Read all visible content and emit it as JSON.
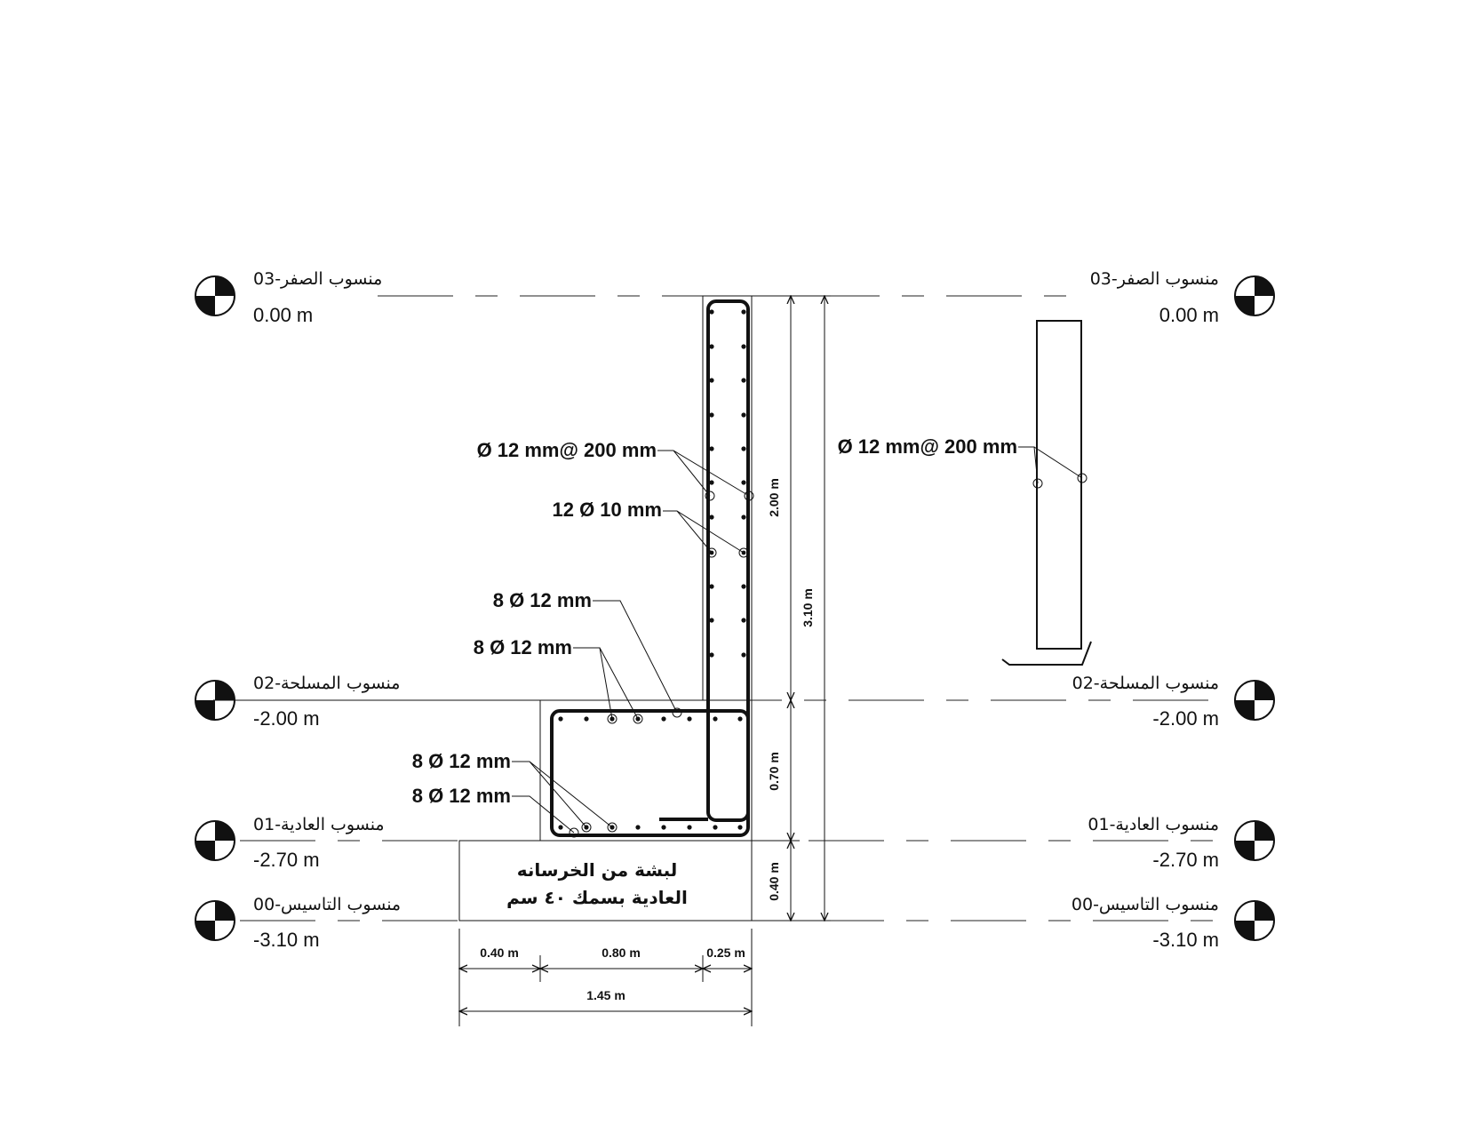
{
  "levels": {
    "level_03": {
      "name": "منسوب الصفر-03",
      "value": "0.00 m"
    },
    "level_02": {
      "name": "منسوب المسلحة-02",
      "value": "-2.00 m"
    },
    "level_01": {
      "name": "منسوب العادية-01",
      "value": "-2.70 m"
    },
    "level_00": {
      "name": "منسوب التاسيس-00",
      "value": "-3.10 m"
    }
  },
  "rebar_labels": {
    "wall_main": "Ø 12 mm@  200 mm",
    "wall_dist": "12 Ø 10 mm",
    "footing_top_1": "8 Ø 12 mm",
    "footing_top_2": "8 Ø 12 mm",
    "footing_bot_1": "8 Ø 12 mm",
    "footing_bot_2": "8 Ø 12 mm",
    "side_view": "Ø 12 mm@  200 mm"
  },
  "plain_concrete_note": {
    "line1": "لبشة من الخرسانه",
    "line2": "العادية بسمك ٤٠ سم"
  },
  "dimensions": {
    "wall_height": "2.00 m",
    "total_height": "3.10 m",
    "footing_height": "0.70 m",
    "blinding_height": "0.40 m",
    "toe_width": "0.40 m",
    "mid_width": "0.80 m",
    "wall_width": "0.25 m",
    "total_width": "1.45 m"
  }
}
